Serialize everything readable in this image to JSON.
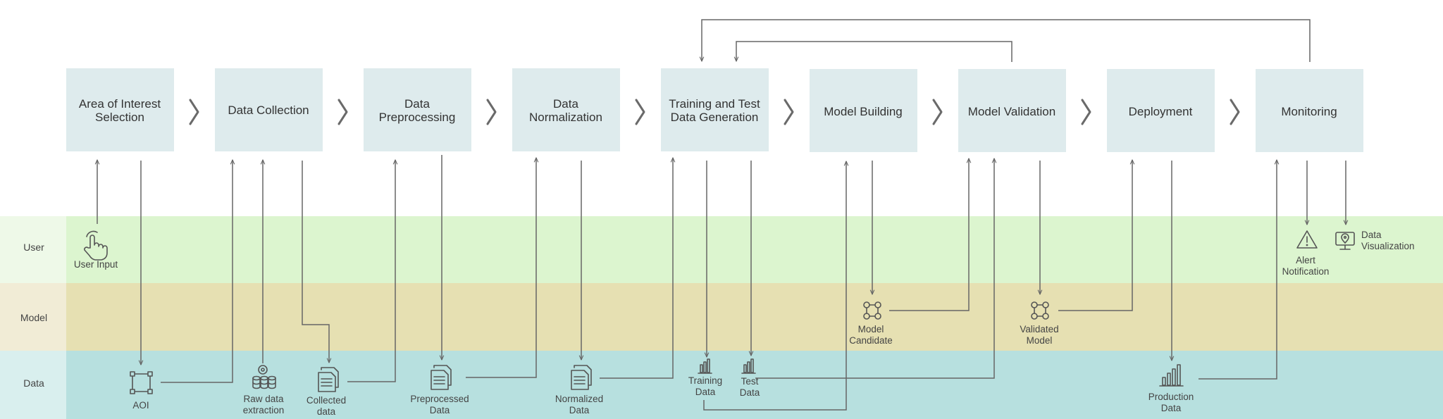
{
  "lanes": {
    "user": "User",
    "model": "Model",
    "data": "Data"
  },
  "colors": {
    "lane_user": "#dcf5cf",
    "lane_user_label": "#eef9e8",
    "lane_model": "#e6e0b2",
    "lane_model_label": "#f1ecd6",
    "lane_data": "#b7e0df",
    "lane_data_label": "#d9efee",
    "stage_box": "#deebed",
    "line": "#666666",
    "chevron": "#6a6a6a"
  },
  "stages": [
    [
      "Area of Interest",
      "Selection"
    ],
    [
      "Data Collection"
    ],
    [
      "Data",
      "Preprocessing"
    ],
    [
      "Data",
      "Normalization"
    ],
    [
      "Training and Test",
      "Data Generation"
    ],
    [
      "Model Building"
    ],
    [
      "Model Validation"
    ],
    [
      "Deployment"
    ],
    [
      "Monitoring"
    ]
  ],
  "items": {
    "user_input": [
      "User Input"
    ],
    "alert": [
      "Alert",
      "Notification"
    ],
    "data_viz": [
      "Data",
      "Visualization"
    ],
    "model_candidate": [
      "Model",
      "Candidate"
    ],
    "validated_model": [
      "Validated",
      "Model"
    ],
    "aoi": [
      "AOI"
    ],
    "raw": [
      "Raw data",
      "extraction"
    ],
    "collected": [
      "Collected",
      "data"
    ],
    "preprocessed": [
      "Preprocessed",
      "Data"
    ],
    "normalized": [
      "Normalized",
      "Data"
    ],
    "training": [
      "Training",
      "Data"
    ],
    "test": [
      "Test",
      "Data"
    ],
    "production": [
      "Production",
      "Data"
    ]
  },
  "icons": {
    "user_input": "hand-pointer-icon",
    "alert": "warning-triangle-icon",
    "data_viz": "monitor-location-icon",
    "model_candidate": "network-nodes-icon",
    "validated_model": "network-nodes-icon",
    "aoi": "bounding-box-icon",
    "raw": "database-stack-icon",
    "collected": "documents-icon",
    "preprocessed": "documents-icon",
    "normalized": "documents-icon",
    "training": "bar-chart-icon",
    "test": "bar-chart-icon",
    "production": "bar-chart-icon"
  }
}
